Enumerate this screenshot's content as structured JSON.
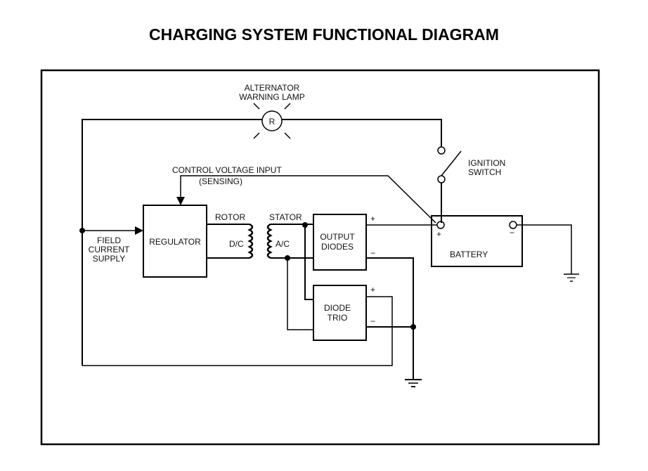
{
  "title": "CHARGING SYSTEM FUNCTIONAL DIAGRAM",
  "components": {
    "lamp": {
      "label_line1": "ALTERNATOR",
      "label_line2": "WARNING LAMP",
      "symbol": "R"
    },
    "ignition_switch": {
      "label_line1": "IGNITION",
      "label_line2": "SWITCH"
    },
    "control_voltage": {
      "label_line1": "CONTROL VOLTAGE INPUT",
      "label_line2": "(SENSING)"
    },
    "field_current": {
      "label_line1": "FIELD",
      "label_line2": "CURRENT",
      "label_line3": "SUPPLY"
    },
    "regulator": {
      "label": "REGULATOR"
    },
    "rotor": {
      "label": "ROTOR",
      "type_label": "D/C"
    },
    "stator": {
      "label": "STATOR",
      "type_label": "A/C"
    },
    "output_diodes": {
      "label_line1": "OUTPUT",
      "label_line2": "DIODES",
      "plus": "+",
      "minus": "−"
    },
    "diode_trio": {
      "label_line1": "DIODE",
      "label_line2": "TRIO",
      "plus": "+",
      "minus": "−"
    },
    "battery": {
      "label": "BATTERY",
      "plus": "+",
      "minus": "−"
    }
  },
  "colors": {
    "line": "#000000",
    "background": "#ffffff"
  }
}
